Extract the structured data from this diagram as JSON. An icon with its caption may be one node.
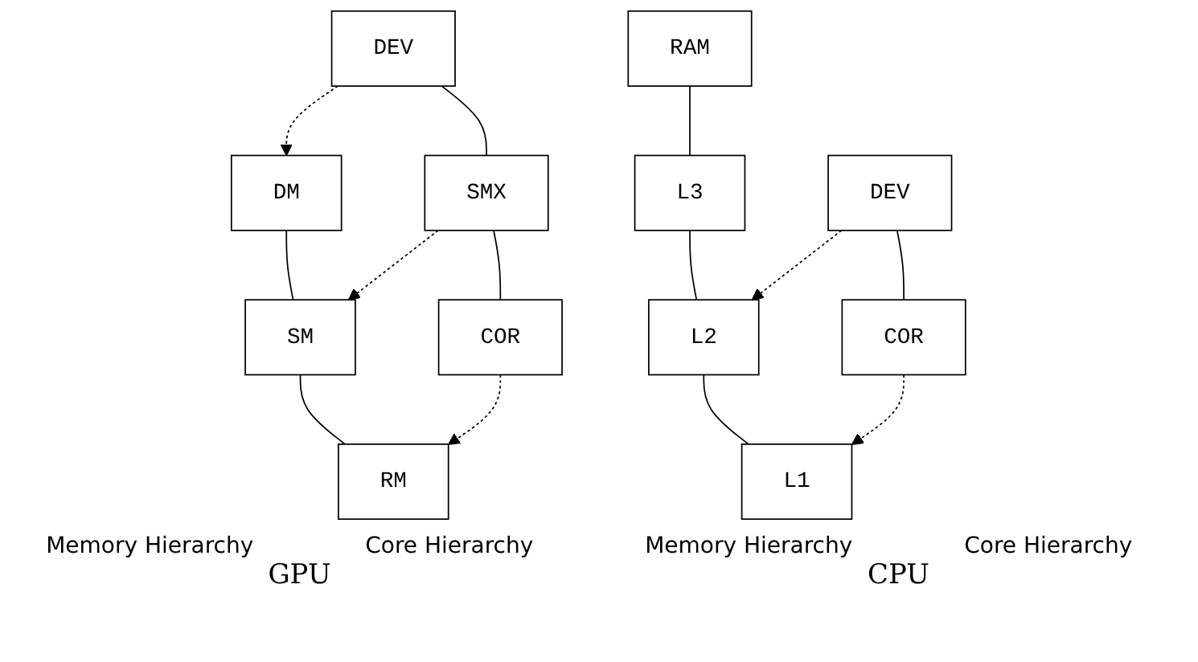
{
  "diagram": {
    "nodes": [
      {
        "text": [
          "DM"
        ]
      },
      {
        "text": [
          "SM"
        ]
      },
      {
        "text": [
          "RM"
        ]
      },
      {
        "text": [
          "DEV"
        ]
      },
      {
        "text": [
          "SMX"
        ]
      },
      {
        "text": [
          "COR"
        ]
      },
      {
        "text": [
          "RAM"
        ]
      },
      {
        "text": [
          "L3"
        ]
      },
      {
        "text": [
          "L2"
        ]
      },
      {
        "text": [
          "L1"
        ]
      },
      {
        "text": [
          "DEV"
        ]
      },
      {
        "text": [
          "COR"
        ]
      }
    ],
    "edges": [
      {
        "from": 0,
        "to": 1,
        "arrow": "none"
      },
      {
        "from": 1,
        "to": 2,
        "arrow": "none"
      },
      {
        "from": 3,
        "to": 0,
        "arrow": "to",
        "style": "dashed"
      },
      {
        "from": 3,
        "to": 4,
        "arrow": "none"
      },
      {
        "from": 4,
        "to": 1,
        "arrow": "to",
        "style": "dashed"
      },
      {
        "from": 4,
        "to": 5,
        "arrow": "none"
      },
      {
        "from": 5,
        "to": 2,
        "arrow": "to",
        "style": "dashed"
      },
      {
        "from": 6,
        "to": 7,
        "arrow": "none"
      },
      {
        "from": 7,
        "to": 8,
        "arrow": "none"
      },
      {
        "from": 8,
        "to": 9,
        "arrow": "none"
      },
      {
        "from": 10,
        "to": 8,
        "arrow": "to",
        "style": "dashed"
      },
      {
        "from": 10,
        "to": 11,
        "arrow": "none"
      },
      {
        "from": 11,
        "to": 9,
        "arrow": "to",
        "style": "dashed"
      }
    ],
    "labels": [
      "Memory Hierarchy",
      "Core Hierarchy",
      "Memory Hierarchy",
      "Core Hierarchy",
      "GPU",
      "CPU"
    ]
  }
}
